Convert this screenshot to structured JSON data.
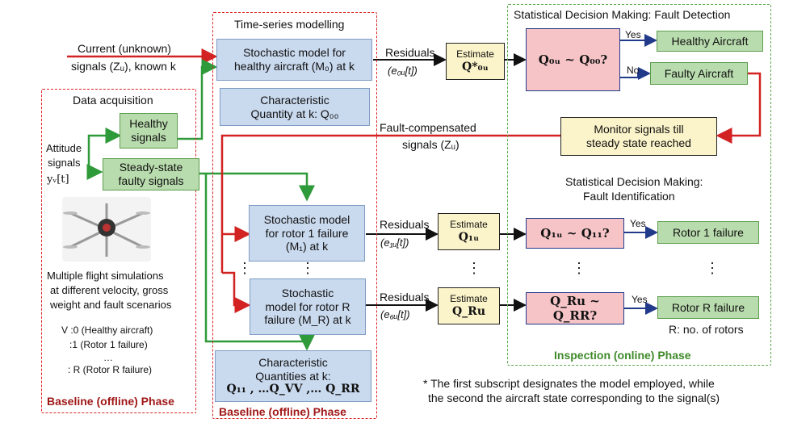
{
  "regions": {
    "data_acq": "Data acquisition",
    "timeseries": "Time-series modelling",
    "detection": "Statistical Decision Making: Fault Detection",
    "identification_l1": "Statistical Decision Making:",
    "identification_l2": "Fault Identification",
    "baseline_left": "Baseline (offline) Phase",
    "baseline_mid": "Baseline (offline) Phase",
    "inspection": "Inspection (online) Phase"
  },
  "inputs": {
    "current_l1": "Current (unknown)",
    "current_l2": "signals (Zᵤ), known k",
    "attitude_l1": "Attitude",
    "attitude_l2": "signals",
    "attitude_l3": "yᵥ[t]",
    "healthy_signals": "Healthy signals",
    "faulty_signals": "Steady-state faulty signals"
  },
  "simulation": {
    "l1": "Multiple flight simulations",
    "l2": "at different velocity, gross",
    "l3": "weight and fault scenarios",
    "v0": "V :0  (Healthy aircraft)",
    "v1": ":1  (Rotor 1 failure)",
    "vdots": "…",
    "vr": ": R (Rotor R failure)"
  },
  "models": {
    "m0_l1": "Stochastic model for",
    "m0_l2": "healthy aircraft (M₀) at k",
    "cq_l1": "Characteristic",
    "cq_l2": "Quantity at k: Q₀₀",
    "m1_l1": "Stochastic model",
    "m1_l2": "for rotor 1 failure",
    "m1_l3": "(M₁) at k",
    "mr_l1": "Stochastic",
    "mr_l2": "model for rotor R",
    "mr_l3": "failure (M_R) at k",
    "cqs_l1": "Characteristic",
    "cqs_l2": "Quantities at k:",
    "cqs_l3": "Q₁₁ , …Q_VV ,… Q_RR",
    "vdots": "⋮"
  },
  "residuals": {
    "r0_label": "Residuals",
    "r0_sym": "(e₀ᵤ[t])",
    "r1_label": "Residuals",
    "r1_sym": "(e₁ᵤ[t])",
    "rr_label": "Residuals",
    "rr_sym": "(e₆ᵤ[t])"
  },
  "estimates": {
    "e0_l1": "Estimate",
    "e0_l2": "Q*₀ᵤ",
    "e1_l1": "Estimate",
    "e1_l2": "Q₁ᵤ",
    "er_l1": "Estimate",
    "er_l2": "Q_Ru",
    "vdots": "⋮"
  },
  "decisions": {
    "d0": "Q₀ᵤ ~ Q₀₀?",
    "d1": "Q₁ᵤ ~ Q₁₁?",
    "dr": "Q_Ru ~ Q_RR?",
    "yes": "Yes",
    "no": "No",
    "yes1": "Yes",
    "yesr": "Yes",
    "vdots": "⋮"
  },
  "outcomes": {
    "healthy": "Healthy Aircraft",
    "faulty": "Faulty Aircraft",
    "rotor1": "Rotor 1 failure",
    "rotorr": "Rotor R failure",
    "rotors_note": "R: no. of rotors",
    "vdots": "⋮"
  },
  "monitor": {
    "l1": "Monitor signals till",
    "l2": "steady state reached",
    "comp_l1": "Fault-compensated",
    "comp_l2": "signals (Zᵤ)"
  },
  "footnote": {
    "l1": "* The first subscript designates the model employed, while",
    "l2": "the second the aircraft state corresponding to the signal(s)"
  },
  "colors": {
    "red": "#d22222",
    "green": "#2f9a3a",
    "navy": "#223a8a",
    "black": "#111111"
  }
}
